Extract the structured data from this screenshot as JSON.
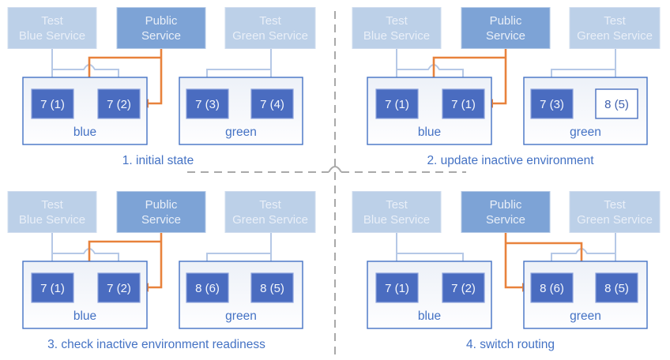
{
  "diagram": {
    "topic": "blue-green deployment routing states",
    "colors": {
      "accent_orange": "#E8823C",
      "service_light_blue": "#BCD0E8",
      "service_public_blue": "#7DA3D6",
      "pod_blue": "#4A6CC0",
      "outline_blue": "#4472C4",
      "connector_light_blue": "#B5C8E6",
      "divider_gray": "#A9A9A9"
    }
  },
  "quadrants": [
    {
      "caption": "1. initial state",
      "services": [
        {
          "line1": "Test",
          "line2": "Blue Service"
        },
        {
          "line1": "Public",
          "line2": "Service"
        },
        {
          "line1": "Test",
          "line2": "Green Service"
        }
      ],
      "environments": [
        {
          "label": "blue",
          "pods": [
            {
              "label": "7 (1)",
              "style": "filled"
            },
            {
              "label": "7 (2)",
              "style": "filled"
            }
          ]
        },
        {
          "label": "green",
          "pods": [
            {
              "label": "7 (3)",
              "style": "filled"
            },
            {
              "label": "7 (4)",
              "style": "filled"
            }
          ]
        }
      ],
      "public_routes_to": "blue"
    },
    {
      "caption": "2. update inactive environment",
      "services": [
        {
          "line1": "Test",
          "line2": "Blue Service"
        },
        {
          "line1": "Public",
          "line2": "Service"
        },
        {
          "line1": "Test",
          "line2": "Green Service"
        }
      ],
      "environments": [
        {
          "label": "blue",
          "pods": [
            {
              "label": "7 (1)",
              "style": "filled"
            },
            {
              "label": "7 (1)",
              "style": "filled"
            }
          ]
        },
        {
          "label": "green",
          "pods": [
            {
              "label": "7 (3)",
              "style": "filled"
            },
            {
              "label": "8 (5)",
              "style": "outline"
            }
          ]
        }
      ],
      "public_routes_to": "blue"
    },
    {
      "caption": "3. check inactive environment readiness",
      "services": [
        {
          "line1": "Test",
          "line2": "Blue Service"
        },
        {
          "line1": "Public",
          "line2": "Service"
        },
        {
          "line1": "Test",
          "line2": "Green Service"
        }
      ],
      "environments": [
        {
          "label": "blue",
          "pods": [
            {
              "label": "7 (1)",
              "style": "filled"
            },
            {
              "label": "7 (2)",
              "style": "filled"
            }
          ]
        },
        {
          "label": "green",
          "pods": [
            {
              "label": "8 (6)",
              "style": "filled"
            },
            {
              "label": "8 (5)",
              "style": "filled"
            }
          ]
        }
      ],
      "public_routes_to": "blue"
    },
    {
      "caption": "4. switch routing",
      "services": [
        {
          "line1": "Test",
          "line2": "Blue Service"
        },
        {
          "line1": "Public",
          "line2": "Service"
        },
        {
          "line1": "Test",
          "line2": "Green Service"
        }
      ],
      "environments": [
        {
          "label": "blue",
          "pods": [
            {
              "label": "7 (1)",
              "style": "filled"
            },
            {
              "label": "7 (2)",
              "style": "filled"
            }
          ]
        },
        {
          "label": "green",
          "pods": [
            {
              "label": "8 (6)",
              "style": "filled"
            },
            {
              "label": "8 (5)",
              "style": "filled"
            }
          ]
        }
      ],
      "public_routes_to": "green"
    }
  ]
}
